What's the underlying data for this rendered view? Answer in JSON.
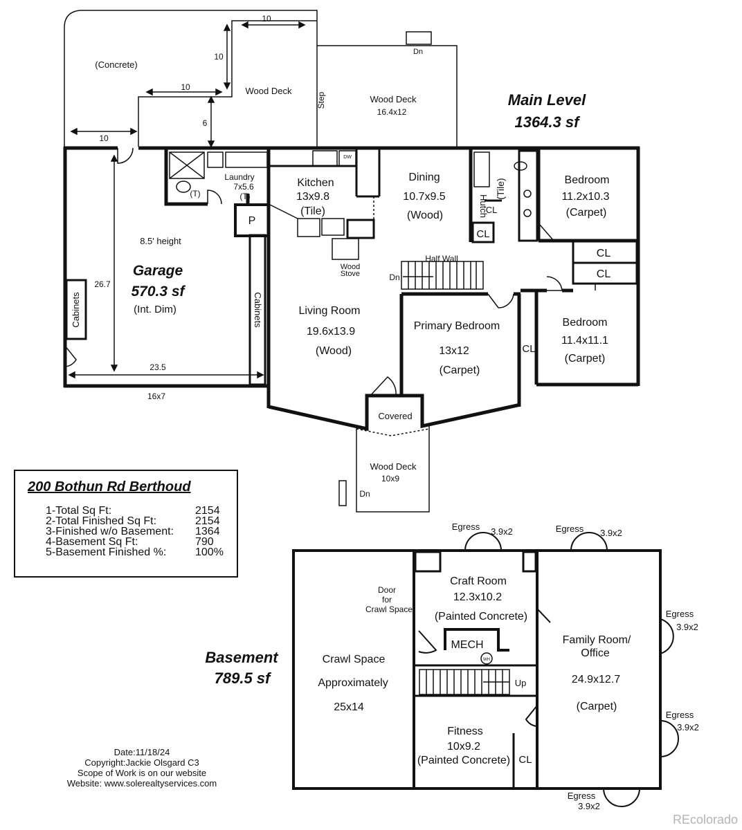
{
  "main_level": {
    "title": "Main Level",
    "area": "1364.3 sf",
    "labels": {
      "concrete": "(Concrete)",
      "dim_10_top": "10",
      "dim_10_vert": "10",
      "dim_10_mid": "10",
      "dim_6": "6",
      "dim_10_left": "10",
      "wood_deck_1": "Wood Deck",
      "step": "Step",
      "wood_deck_2": "Wood Deck",
      "wood_deck_2_size": "16.4x12",
      "dn_top": "Dn",
      "dw": "DW",
      "laundry": "Laundry",
      "laundry_size": "7x5.6",
      "laundry_floor": "(T)",
      "toilet_t": "(T)",
      "pantry": "P",
      "kitchen": "Kitchen",
      "kitchen_size": "13x9.8",
      "kitchen_floor": "(Tile)",
      "dining": "Dining",
      "dining_size": "10.7x9.5",
      "dining_floor": "(Wood)",
      "hutch": "Hutch",
      "tile_bath": "(Tile)",
      "cl_hall_small": "CL",
      "cl_hutch": "CL",
      "bedroom1": "Bedroom",
      "bedroom1_size": "11.2x10.3",
      "bedroom1_floor": "(Carpet)",
      "cl_1": "CL",
      "cl_2": "CL",
      "wood_stove_1": "Wood",
      "wood_stove_2": "Stove",
      "half_wall": "Half Wall",
      "dn_stairs": "Dn",
      "height": "8.5' height",
      "garage": "Garage",
      "garage_area": "570.3 sf",
      "garage_note": "(Int. Dim)",
      "dim_26_7": "26.7",
      "cabinets_left": "Cabinets",
      "cabinets_right": "Cabinets",
      "dim_23_5": "23.5",
      "garage_door": "16x7",
      "living": "Living Room",
      "living_size": "19.6x13.9",
      "living_floor": "(Wood)",
      "primary": "Primary Bedroom",
      "primary_size": "13x12",
      "primary_floor": "(Carpet)",
      "cl_primary": "CL",
      "bedroom2": "Bedroom",
      "bedroom2_size": "11.4x11.1",
      "bedroom2_floor": "(Carpet)",
      "covered": "Covered",
      "wood_deck_3": "Wood Deck",
      "wood_deck_3_size": "10x9",
      "dn_bottom": "Dn"
    }
  },
  "basement": {
    "title": "Basement",
    "area": "789.5 sf",
    "labels": {
      "egress_1": "Egress",
      "egress_1_size": "3.9x2",
      "egress_2": "Egress",
      "egress_2_size": "3.9x2",
      "egress_3": "Egress",
      "egress_3_size": "3.9x2",
      "egress_4": "Egress",
      "egress_4_size": "3.9x2",
      "egress_5": "Egress",
      "egress_5_size": "3.9x2",
      "door_1": "Door",
      "door_2": "for",
      "door_3": "Crawl Space",
      "craft": "Craft Room",
      "craft_size": "12.3x10.2",
      "craft_floor": "(Painted Concrete)",
      "mech": "MECH",
      "wh": "WH",
      "crawl": "Crawl Space",
      "crawl_note": "Approximately",
      "crawl_size": "25x14",
      "up": "Up",
      "family_1": "Family Room/",
      "family_2": "Office",
      "family_size": "24.9x12.7",
      "family_floor": "(Carpet)",
      "fitness": "Fitness",
      "fitness_size": "10x9.2",
      "fitness_floor": "(Painted Concrete)",
      "cl_fitness": "CL"
    }
  },
  "summary": {
    "title": "200 Bothun Rd Berthoud",
    "rows": [
      {
        "label": "1-Total Sq Ft:",
        "value": "2154"
      },
      {
        "label": "2-Total Finished Sq Ft:",
        "value": "2154"
      },
      {
        "label": "3-Finished w/o Basement:",
        "value": "1364"
      },
      {
        "label": "4-Basement Sq Ft:",
        "value": "790"
      },
      {
        "label": "5-Basement Finished %:",
        "value": "100%"
      }
    ]
  },
  "credits": {
    "date": "Date:11/18/24",
    "copyright": "Copyright:Jackie Olsgard C3",
    "scope": "Scope of Work is on our website",
    "website": "Website: www.solerealtyservices.com"
  },
  "watermark": "REcolorado"
}
